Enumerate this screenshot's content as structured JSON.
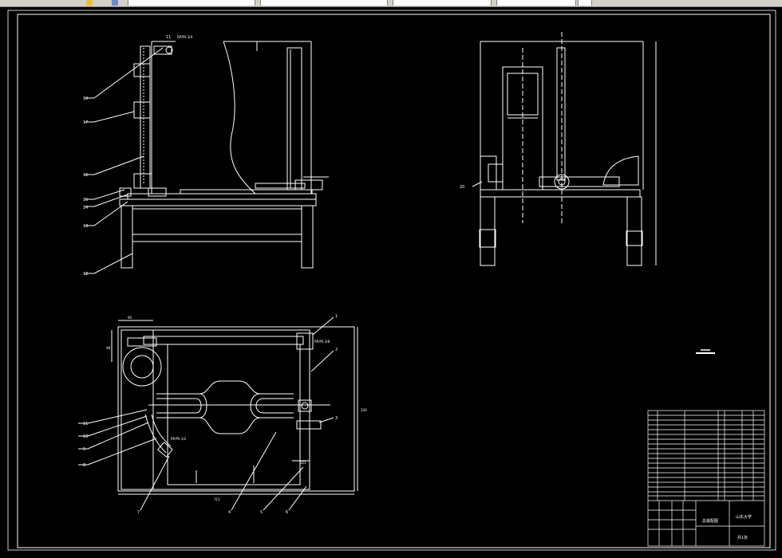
{
  "toolbar": {
    "tabs": [
      "",
      "",
      "",
      "",
      ""
    ]
  },
  "views": {
    "front": {
      "leaders": [
        "19",
        "17",
        "16",
        "15",
        "14",
        "13",
        "12"
      ],
      "top_callouts": [
        "11",
        "RP/PS 3/4"
      ]
    },
    "side": {
      "leaders": [
        "20"
      ]
    },
    "plan": {
      "leaders_left": [
        "11",
        "10",
        "9",
        "8",
        "7"
      ],
      "leaders_bottom": [
        "4",
        "5",
        "6"
      ],
      "leaders_right": [
        "1",
        "2",
        "3"
      ],
      "callouts": [
        "RP/PS 3/8",
        "RP/PS 1/2"
      ],
      "dims": [
        "90",
        "48",
        "711",
        "330",
        "121"
      ]
    }
  },
  "title_block": {
    "school": "山东大学",
    "drawing_name": "总装配图",
    "sheet": "共1张"
  },
  "colors": {
    "line": "#ffffff",
    "background": "#000000",
    "toolbar": "#d4d0c8"
  }
}
